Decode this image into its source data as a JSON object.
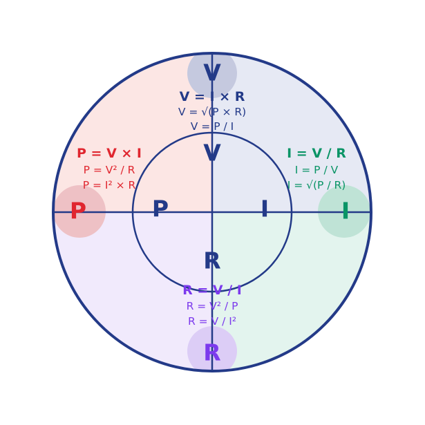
{
  "colors": {
    "outline": "#233a88",
    "voltage": "#233a88",
    "power": "#e0262f",
    "current": "#0a9466",
    "resistance": "#7c3aed"
  },
  "inner": {
    "v": "V",
    "p": "P",
    "i": "I",
    "r": "R"
  },
  "outer": {
    "v": "V",
    "p": "P",
    "i": "I",
    "r": "R"
  },
  "formulas": {
    "voltage": [
      "V = I × R",
      "V = √(P × R)",
      "V = P / I"
    ],
    "power": [
      "P = V × I",
      "P = V² / R",
      "P = I² × R"
    ],
    "current": [
      "I = V / R",
      "I = P / V",
      "I = √(P / R)"
    ],
    "resistance": [
      "R = V / I",
      "R = V² / P",
      "R = V / I²"
    ]
  }
}
